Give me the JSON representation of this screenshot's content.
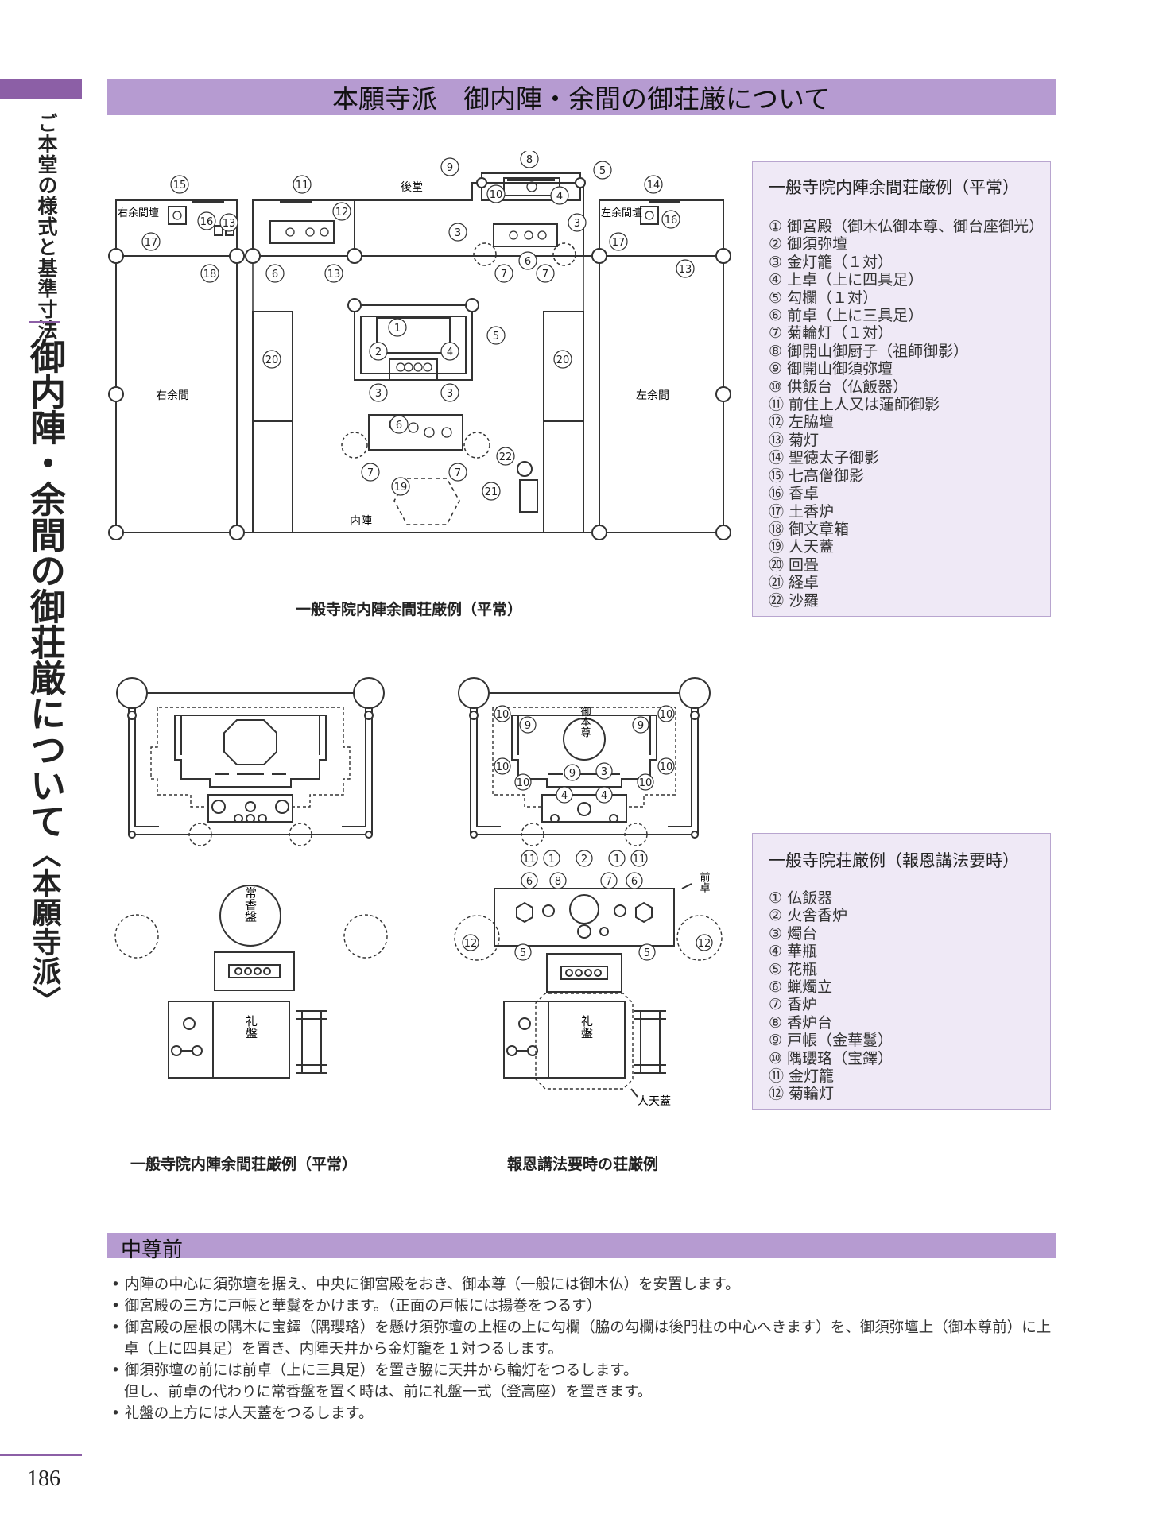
{
  "side": {
    "small": "ご本堂の様式と基準寸法",
    "big": "御内陣・余間の御荘厳について",
    "sub": "〈本願寺派〉"
  },
  "page_number": "186",
  "title": "本願寺派　御内陣・余間の御荘厳について",
  "plan": {
    "labels": {
      "koudou": "後堂",
      "right_dan": "右余間壇",
      "left_dan": "左余間壇",
      "right_yoma": "右余間",
      "left_yoma": "左余間",
      "naijin": "内陣"
    },
    "caption": "一般寺院内陣余間荘厳例（平常）"
  },
  "legend1": {
    "title": "一般寺院内陣余間荘厳例（平常）",
    "items": [
      "① 御宮殿（御木仏御本尊、御台座御光）",
      "② 御須弥壇",
      "③ 金灯籠（１対）",
      "④ 上卓（上に四具足）",
      "⑤ 勾欄（１対）",
      "⑥ 前卓（上に三具足）",
      "⑦ 菊輪灯（１対）",
      "⑧ 御開山御厨子（祖師御影）",
      "⑨ 御開山御須弥壇",
      "⑩ 供飯台（仏飯器）",
      "⑪ 前住上人又は蓮師御影",
      "⑫ 左脇壇",
      "⑬ 菊灯",
      "⑭ 聖徳太子御影",
      "⑮ 七高僧御影",
      "⑯ 香卓",
      "⑰ 土香炉",
      "⑱ 御文章箱",
      "⑲ 人天蓋",
      "⑳ 回畳",
      "㉑ 経卓",
      "㉒ 沙羅"
    ]
  },
  "legend2": {
    "title": "一般寺院荘厳例（報恩講法要時）",
    "items": [
      "① 仏飯器",
      "② 火舎香炉",
      "③ 燭台",
      "④ 華瓶",
      "⑤ 花瓶",
      "⑥ 蝋燭立",
      "⑦ 香炉",
      "⑧ 香炉台",
      "⑨ 戸帳（金華鬘）",
      "⑩ 隅瓔珞（宝鐸）",
      "⑪ 金灯籠",
      "⑫ 菊輪灯"
    ]
  },
  "elevation_left": {
    "joukouban": "常香盤",
    "raiban": "礼盤",
    "caption": "一般寺院内陣余間荘厳例（平常）"
  },
  "elevation_right": {
    "gohonzon": "御本尊",
    "maejoku": "前卓",
    "raiban": "礼盤",
    "nintengai": "人天蓋",
    "caption": "報恩講法要時の荘厳例"
  },
  "section": {
    "title": "中尊前",
    "lines": [
      "• 内陣の中心に須弥壇を据え、中央に御宮殿をおき、御本尊（一般には御木仏）を安置します。",
      "• 御宮殿の三方に戸帳と華鬘をかけます。（正面の戸帳には揚巻をつるす）",
      "• 御宮殿の屋根の隅木に宝鐸（隅瓔珞）を懸け須弥壇の上框の上に勾欄（脇の勾欄は後門柱の中心へきます）を、御須弥壇上（御本尊前）に上卓（上に四具足）を置き、内陣天井から金灯籠を１対つるします。",
      "• 御須弥壇の前には前卓（上に三具足）を置き脇に天井から輪灯をつるします。",
      "但し、前卓の代わりに常香盤を置く時は、前に礼盤一式（登高座）を置きます。",
      "• 礼盤の上方には人天蓋をつるします。"
    ]
  }
}
